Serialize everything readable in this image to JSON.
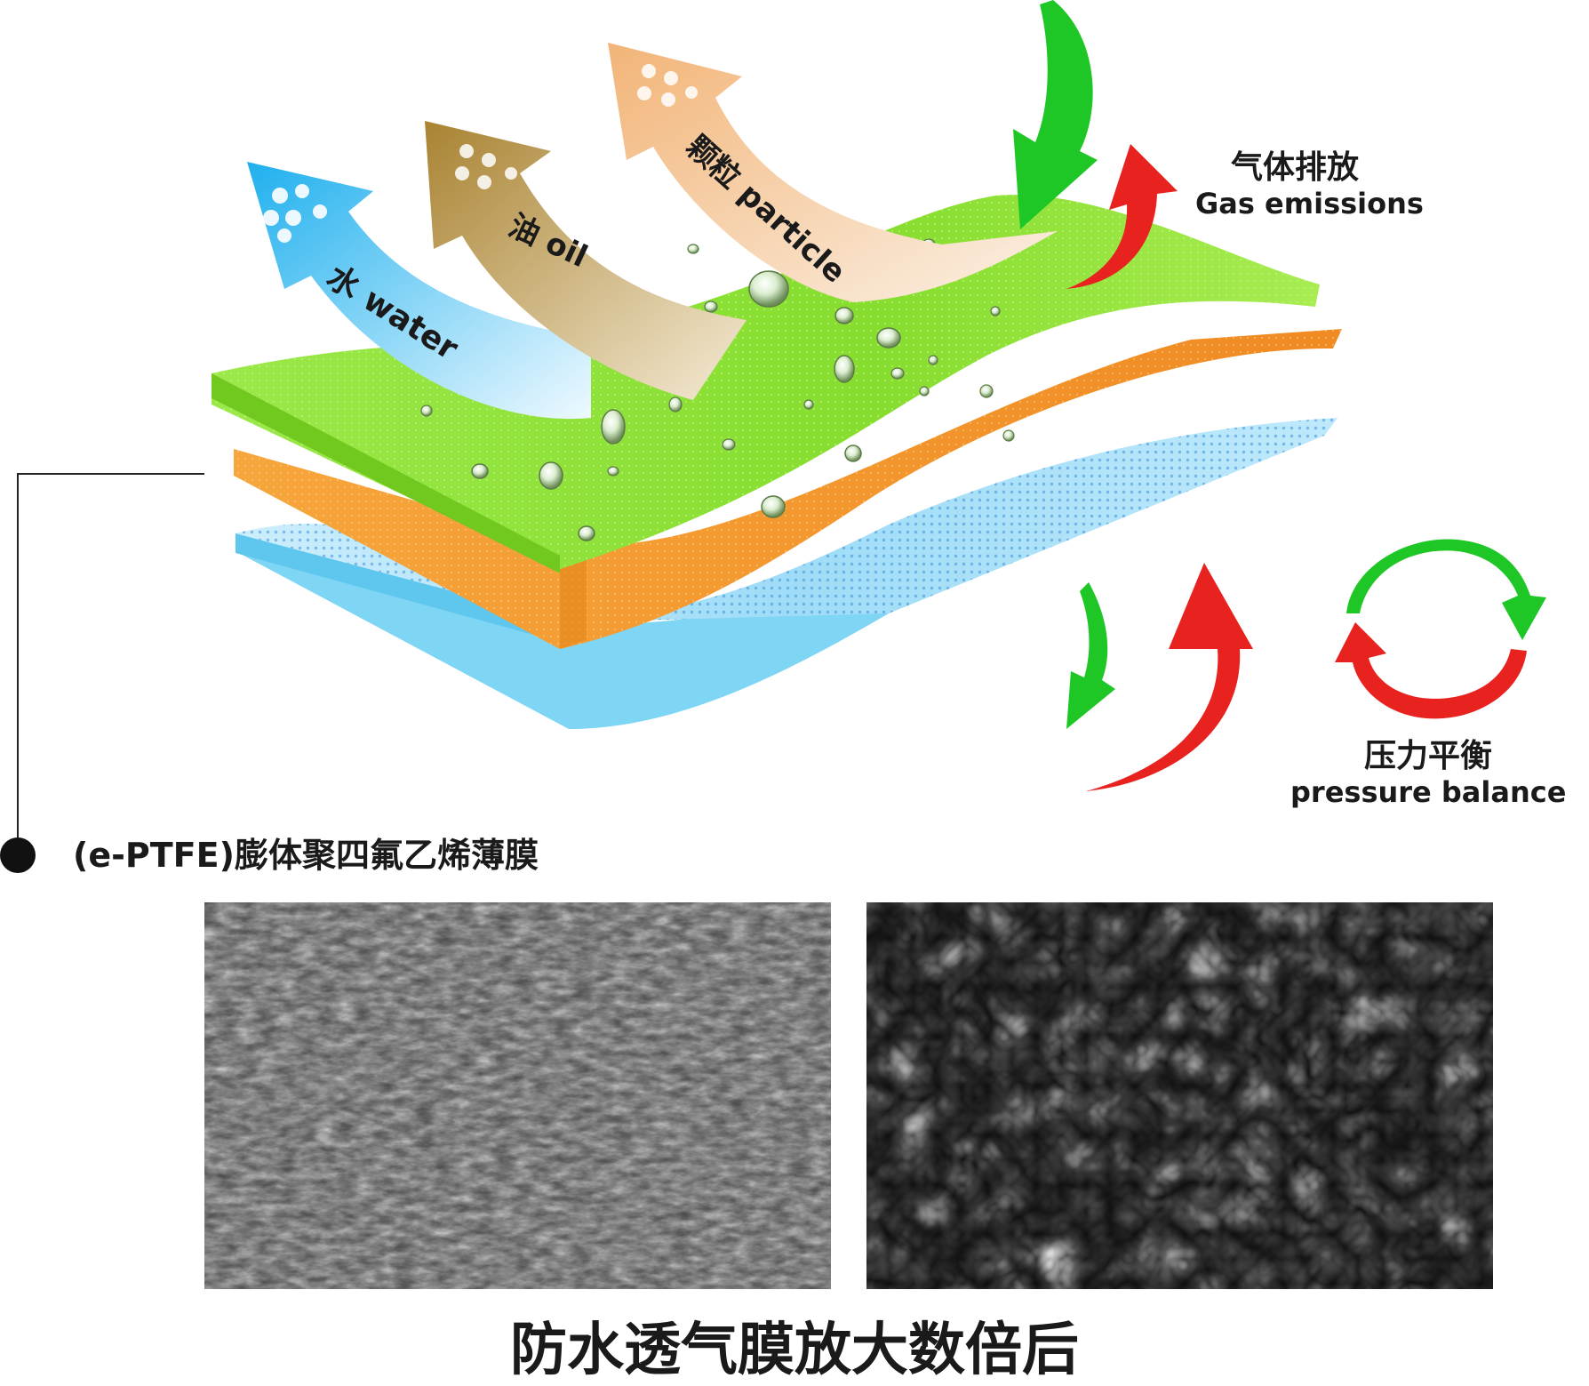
{
  "arrows": {
    "water": "水 water",
    "oil": "油 oil",
    "particle": "颗粒 particle"
  },
  "gas": {
    "zh": "气体排放",
    "en": "Gas emissions"
  },
  "pressure": {
    "zh": "压力平衡",
    "en": "pressure balance"
  },
  "membrane_label": "(e-PTFE)膨体聚四氟乙烯薄膜",
  "bottom_title": "防水透气膜放大数倍后",
  "colors": {
    "green_layer": "#8ee23a",
    "orange_layer": "#f39a2e",
    "blue_layer": "#74cdf2",
    "water_arrow": "#27b7ee",
    "oil_arrow": "#b89447",
    "particle_arrow": "#f3c18c",
    "red_arrow": "#e8231f",
    "green_arrow": "#1fc726"
  }
}
